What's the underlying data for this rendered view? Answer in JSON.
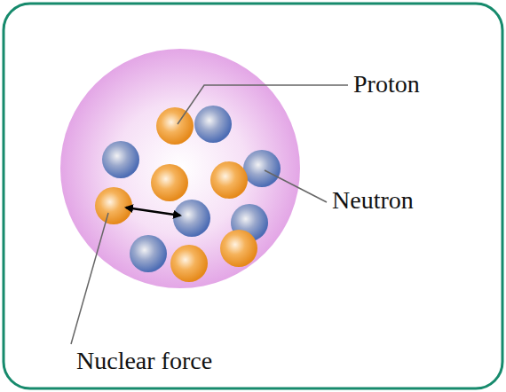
{
  "diagram": {
    "labels": [
      "Proton",
      "Neutron",
      "Nuclear force"
    ]
  }
}
